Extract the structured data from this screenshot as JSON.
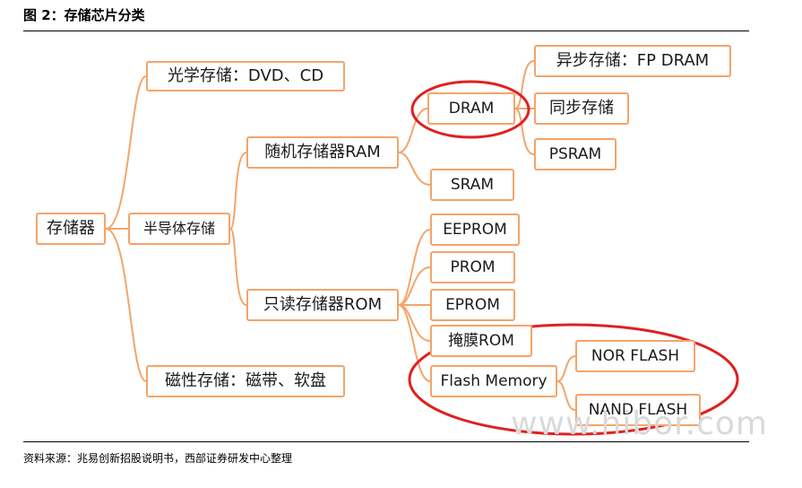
{
  "title": "图 2：存储芯片分类",
  "source": "资料来源：兆易创新招股说明书，西部证券研发中心整理",
  "watermark": "www.hibor.com",
  "colors": {
    "connector": "#f4a46a",
    "node_border": "#f4a46a",
    "highlight_ring": "#e02020"
  },
  "nodes": {
    "storage": "存储器",
    "optical": "光学存储：DVD、CD",
    "semiconductor": "半导体存储",
    "magnetic": "磁性存储：磁带、软盘",
    "ram": "随机存储器RAM",
    "rom": "只读存储器ROM",
    "dram": "DRAM",
    "sram": "SRAM",
    "async": "异步存储：FP DRAM",
    "sync": "同步存储",
    "psram": "PSRAM",
    "eeprom": "EEPROM",
    "prom": "PROM",
    "eprom": "EPROM",
    "mask_rom": "掩膜ROM",
    "flash": "Flash Memory",
    "nor": "NOR FLASH",
    "nand": "NAND FLASH"
  }
}
